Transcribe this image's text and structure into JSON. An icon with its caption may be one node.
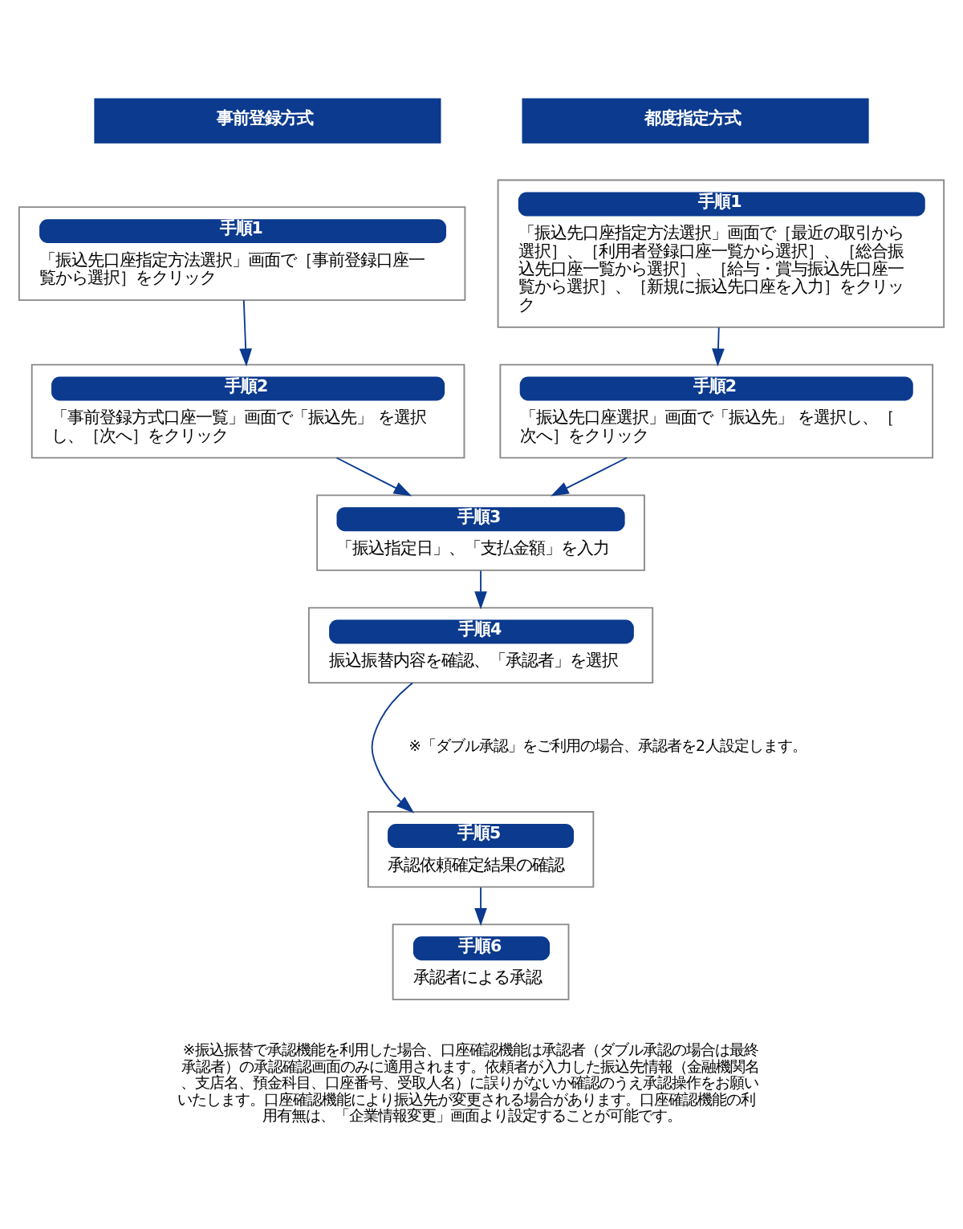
{
  "diagram": {
    "nodes": [
      {
        "text": [
          "事前登録方式"
        ]
      },
      {
        "text": [
          "都度指定方式"
        ]
      },
      {
        "text": [
          "手順1",
          "「振込先口座指定方法選択」画面で［事前登録口座一覧から選択］をクリック"
        ]
      },
      {
        "text": [
          "手順1",
          "「振込先口座指定方法選択」画面で［最近の取引から選択］、［利用者登録口座一覧から選択］、［総合振込先口座一覧から選択］、［給与・賞与振込先口座一覧から選択］、［新規に振込先口座を入力］をクリック"
        ]
      },
      {
        "text": [
          "手順2",
          "「事前登録方式口座一覧」画面で「振込先」 を選択し、［次へ］をクリック"
        ]
      },
      {
        "text": [
          "手順2",
          "「振込先口座選択」画面で「振込先」 を選択し、［次へ］をクリック"
        ]
      },
      {
        "text": [
          "手順3",
          "「振込指定日」、「支払金額」を入力"
        ]
      },
      {
        "text": [
          "手順4",
          "振込振替内容を確認、「承認者」を選択"
        ]
      },
      {
        "text": [
          "手順5",
          "承認依頼確定結果の確認"
        ]
      },
      {
        "text": [
          "手順6",
          "承認者による承認"
        ]
      }
    ],
    "edges": [
      {
        "from": 2,
        "to": 4,
        "arrow": "to"
      },
      {
        "from": 3,
        "to": 5,
        "arrow": "to"
      },
      {
        "from": 4,
        "to": 6,
        "arrow": "to"
      },
      {
        "from": 5,
        "to": 6,
        "arrow": "to"
      },
      {
        "from": 6,
        "to": 7,
        "arrow": "to"
      },
      {
        "from": 7,
        "to": 8,
        "arrow": "to"
      },
      {
        "from": 8,
        "to": 9,
        "arrow": "to"
      }
    ],
    "labels": [
      "※「ダブル承認」をご利用の場合、承認者を2人設定します。",
      "※振込振替で承認機能を利用した場合、口座確認機能は承認者（ダブル承認の場合は最終承認者）の承認確認画面のみに適用されます。依頼者が入力した振込先情報（金融機関名、支店名、預金科目、口座番号、受取人名）に誤りがないか確認のうえ承認操作をお願いいたします。口座確認機能により振込先が変更される場合があります。口座確認機能の利用有無は、「企業情報変更」画面より設定することが可能です。"
    ]
  }
}
